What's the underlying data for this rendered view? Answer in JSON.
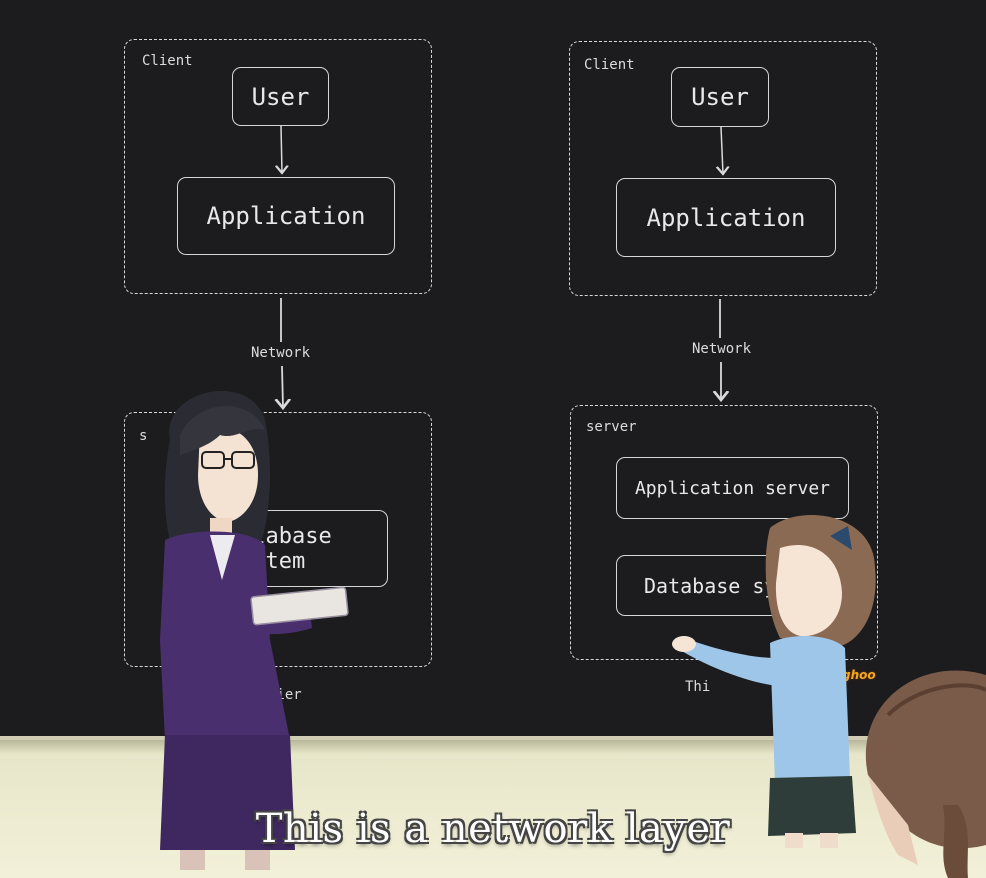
{
  "left_diagram": {
    "client_label": "Client",
    "user": "User",
    "application": "Application",
    "network": "Network",
    "server_label": "s",
    "database_line1": "atabase",
    "database_line2": "ystem",
    "tier_caption": "Tier"
  },
  "right_diagram": {
    "client_label": "Client",
    "user": "User",
    "application": "Application",
    "network": "Network",
    "server_label": "server",
    "application_server": "Application server",
    "database": "Database sy",
    "tier_caption": "Thi"
  },
  "subtitle": "This is a network layer",
  "sticker_text": "ghoo",
  "colors": {
    "board": "#1c1c1e",
    "chalk": "#d9d9d9",
    "teacher_suit": "#4a2f6e",
    "student_shirt": "#9ec6e8",
    "floor": "#f2f0d8"
  }
}
